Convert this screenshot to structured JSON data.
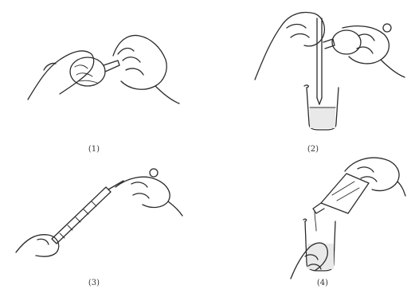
{
  "captions": [
    "(1)",
    "(2)",
    "(3)",
    "(4)"
  ]
}
